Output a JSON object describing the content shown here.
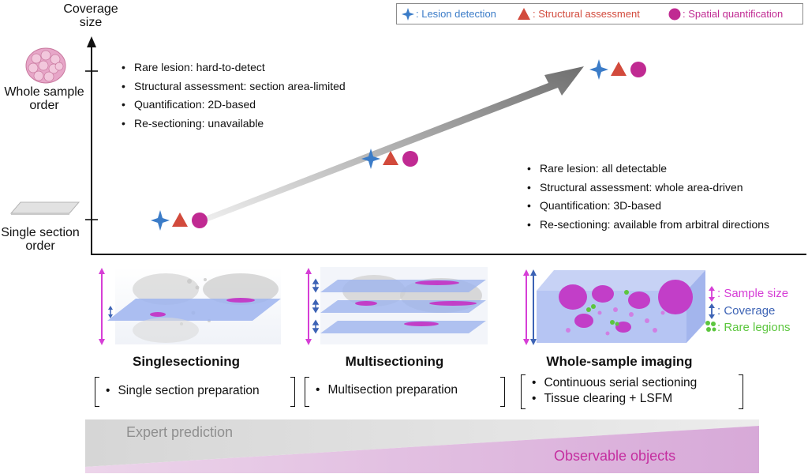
{
  "y_axis": {
    "title": "Coverage\nsize",
    "top_label": "Whole sample\norder",
    "bottom_label": "Single section\norder"
  },
  "legend": {
    "items": [
      {
        "symbol": "star-icon",
        "label": ": Lesion detection",
        "color": "#3b7cc8"
      },
      {
        "symbol": "triangle-icon",
        "label": ": Structural assessment",
        "color": "#d24a3c"
      },
      {
        "symbol": "circle-icon",
        "label": ": Spatial quantification",
        "color": "#c02a92"
      }
    ]
  },
  "notes_left": [
    "Rare lesion: hard-to-detect",
    "Structural assessment: section area-limited",
    "Quantification: 2D-based",
    "Re-sectioning: unavailable"
  ],
  "notes_right": [
    "Rare lesion: all detectable",
    "Structural assessment: whole area-driven",
    "Quantification: 3D-based",
    "Re-sectioning: available from arbitral directions"
  ],
  "methods": [
    {
      "title": "Singlesectioning",
      "items": [
        "Single section preparation"
      ]
    },
    {
      "title": "Multisectioning",
      "items": [
        "Multisection preparation"
      ]
    },
    {
      "title": "Whole-sample imaging",
      "items": [
        "Continuous serial sectioning",
        "Tissue clearing + LSFM"
      ]
    }
  ],
  "side_legend": [
    {
      "label": ": Sample size",
      "color": "#d63ed6"
    },
    {
      "label": ": Coverage",
      "color": "#3d63b5"
    },
    {
      "label": ": Rare legions",
      "color": "#5cc63e"
    }
  ],
  "bottom": {
    "expert": "Expert prediction",
    "observable": "Observable objects"
  },
  "colors": {
    "star": "#3b7cc8",
    "triangle": "#d24a3c",
    "circle": "#c02a92",
    "sample_size_arrow": "#d63ed6",
    "coverage_arrow": "#3d63b5",
    "rare_lesion": "#5cc63e"
  }
}
